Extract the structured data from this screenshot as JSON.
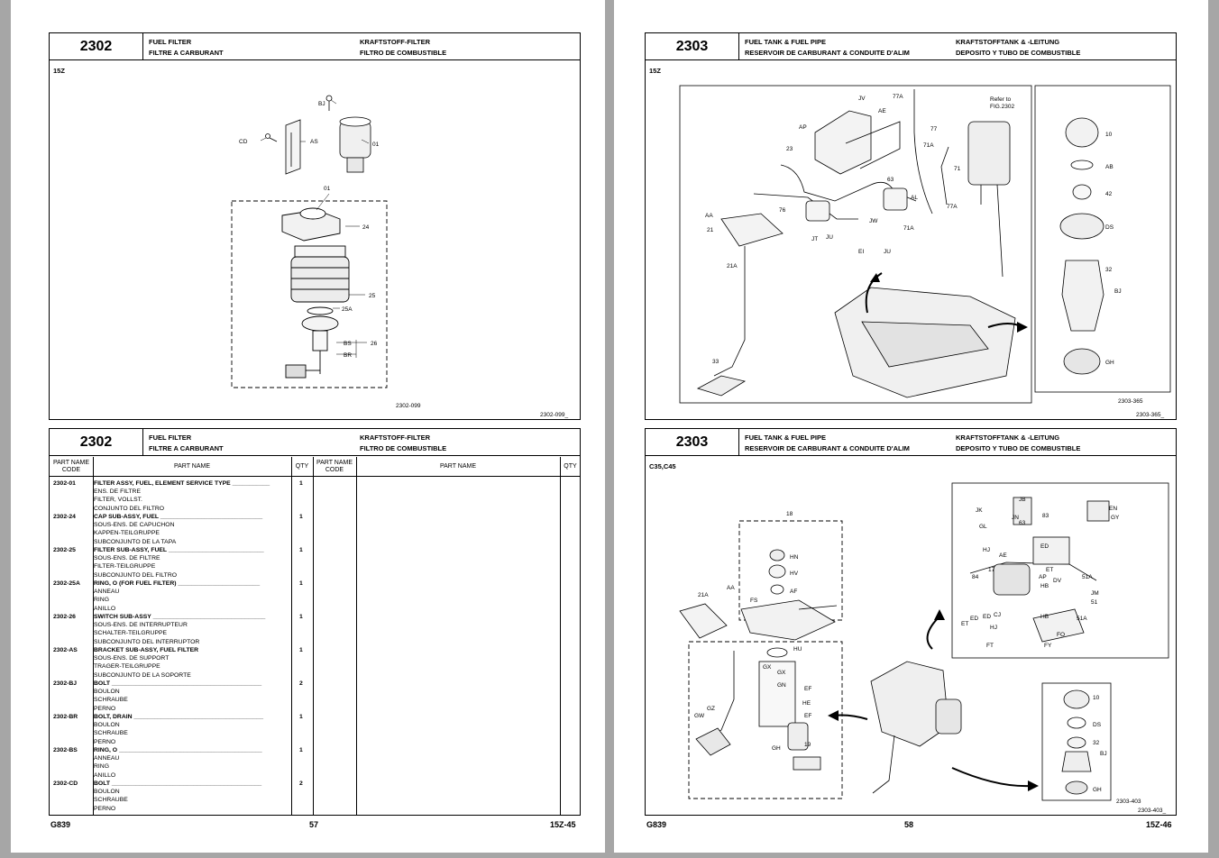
{
  "left_page": {
    "top_box": {
      "number": "2302",
      "title_en": "FUEL FILTER",
      "title_fr": "FILTRE A CARBURANT",
      "title_de": "KRAFTSTOFF-FILTER",
      "title_es": "FILTRO DE COMBUSTIBLE",
      "model": "15Z",
      "callouts": [
        "BJ",
        "CD",
        "AS",
        "01",
        "01",
        "24",
        "25",
        "25A",
        "BS",
        "BR",
        "26"
      ],
      "figure_id": "2302-099",
      "figure_code": "2302-099_"
    },
    "parts_box": {
      "number": "2302",
      "title_en": "FUEL FILTER",
      "title_fr": "FILTRE A CARBURANT",
      "title_de": "KRAFTSTOFF-FILTER",
      "title_es": "FILTRO DE COMBUSTIBLE",
      "col_code": "PART NAME CODE",
      "col_name": "PART NAME",
      "col_qty": "QTY",
      "rows": [
        {
          "code": "2302-01",
          "l1": "FILTER ASSY, FUEL, ELEMENT SERVICE TYPE ___________",
          "l2": "ENS. DE FILTRE",
          "l3": "FILTER, VOLLST.",
          "l4": "CONJUNTO DEL FILTRO",
          "qty": "1"
        },
        {
          "code": "2302-24",
          "l1": "CAP SUB-ASSY, FUEL ______________________________",
          "l2": "SOUS-ENS. DE CAPUCHON",
          "l3": "KAPPEN-TEILGRUPPE",
          "l4": "SUBCONJUNTO DE LA TAPA",
          "qty": "1"
        },
        {
          "code": "2302-25",
          "l1": "FILTER SUB-ASSY, FUEL ____________________________",
          "l2": "SOUS-ENS. DE FILTRE",
          "l3": "FILTER-TEILGRUPPE",
          "l4": "SUBCONJUNTO DEL FILTRO",
          "qty": "1"
        },
        {
          "code": "2302-25A",
          "l1": "RING, O (FOR FUEL FILTER) ________________________",
          "l2": "ANNEAU",
          "l3": "RING",
          "l4": "ANILLO",
          "qty": "1"
        },
        {
          "code": "2302-26",
          "l1": "SWITCH SUB-ASSY _________________________________",
          "l2": "SOUS-ENS. DE INTERRUPTEUR",
          "l3": "SCHALTER-TEILGRUPPE",
          "l4": "SUBCONJUNTO DEL INTERRUPTOR",
          "qty": "1"
        },
        {
          "code": "2302-AS",
          "l1": "BRACKET SUB-ASSY, FUEL FILTER",
          "l2": "SOUS-ENS. DE SUPPORT",
          "l3": "TRAGER-TEILGRUPPE",
          "l4": "SUBCONJUNTO DE LA SOPORTE",
          "qty": "1"
        },
        {
          "code": "2302-BJ",
          "l1": "BOLT ____________________________________________",
          "l2": "BOULON",
          "l3": "SCHRAUBE",
          "l4": "PERNO",
          "qty": "2"
        },
        {
          "code": "2302-BR",
          "l1": "BOLT, DRAIN ______________________________________",
          "l2": "BOULON",
          "l3": "SCHRAUBE",
          "l4": "PERNO",
          "qty": "1"
        },
        {
          "code": "2302-BS",
          "l1": "RING, O __________________________________________",
          "l2": "ANNEAU",
          "l3": "RING",
          "l4": "ANILLO",
          "qty": "1"
        },
        {
          "code": "2302-CD",
          "l1": "BOLT ____________________________________________",
          "l2": "BOULON",
          "l3": "SCHRAUBE",
          "l4": "PERNO",
          "qty": "2"
        }
      ]
    },
    "footer": {
      "left": "G839",
      "center": "57",
      "right": "15Z-45"
    }
  },
  "right_page": {
    "top_box": {
      "number": "2303",
      "title_en": "FUEL TANK & FUEL PIPE",
      "title_fr": "RESERVOIR DE CARBURANT & CONDUITE D'ALIM",
      "title_de": "KRAFTSTOFFTANK & -LEITUNG",
      "title_es": "DEPOSITO Y TUBO DE COMBUSTIBLE",
      "model": "15Z",
      "callouts": [
        "JV",
        "77A",
        "AE",
        "AP",
        "77",
        "71A",
        "71",
        "23",
        "63",
        "AL",
        "77A",
        "AA",
        "76",
        "JW",
        "21",
        "JT",
        "JU",
        "EI",
        "JU",
        "71A",
        "21A",
        "33",
        "10",
        "AB",
        "42",
        "DS",
        "32",
        "BJ",
        "GH"
      ],
      "refer_l1": "Refer to",
      "refer_l2": "FIG.2302",
      "figure_id": "2303-365",
      "figure_code": "2303-365_"
    },
    "bottom_box": {
      "number": "2303",
      "title_en": "FUEL TANK & FUEL PIPE",
      "title_fr": "RESERVOIR DE CARBURANT & CONDUITE D'ALIM",
      "title_de": "KRAFTSTOFFTANK & -LEITUNG",
      "title_es": "DEPOSITO Y TUBO DE COMBUSTIBLE",
      "model": "C35,C45",
      "callouts": [
        "18",
        "HN",
        "HV",
        "AF",
        "AA",
        "21A",
        "FS",
        "HU",
        "GX",
        "GX",
        "GN",
        "EF",
        "HE",
        "EF",
        "GZ",
        "GW",
        "19",
        "GH",
        "JK",
        "JB",
        "GL",
        "JN",
        "63",
        "83",
        "GY",
        "EN",
        "HJ",
        "AE",
        "ED",
        "17",
        "ET",
        "84",
        "AP",
        "DV",
        "51A",
        "HB",
        "JM",
        "ED",
        "CJ",
        "HB",
        "51",
        "ET",
        "ED",
        "51A",
        "HJ",
        "FO",
        "FT",
        "FY",
        "10",
        "DS",
        "32",
        "BJ",
        "GH"
      ],
      "figure_id": "2303-403",
      "figure_code": "2303-403_"
    },
    "footer": {
      "left": "G839",
      "center": "58",
      "right": "15Z-46"
    }
  }
}
